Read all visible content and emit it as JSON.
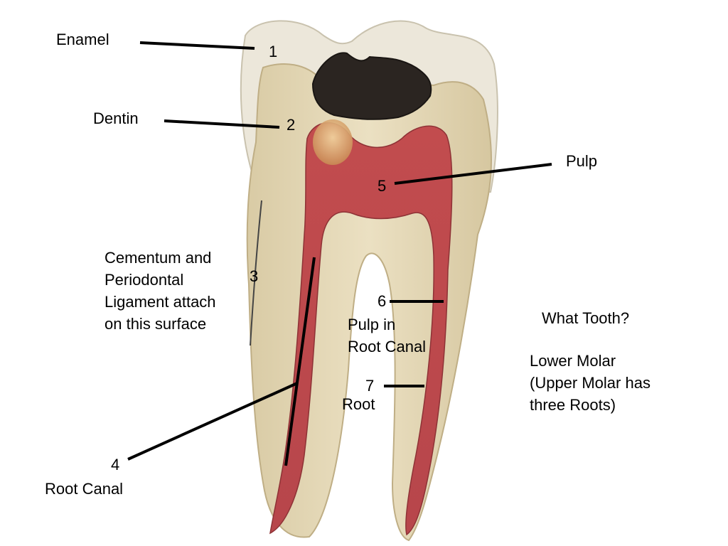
{
  "labels": {
    "enamel": "Enamel",
    "dentin": "Dentin",
    "pulp": "Pulp",
    "cementum": [
      "Cementum and",
      "Periodontal",
      "Ligament attach",
      "on this surface"
    ],
    "pulp_in_root_canal": [
      "Pulp in",
      "Root Canal"
    ],
    "root": "Root",
    "root_canal": "Root Canal"
  },
  "numbers": {
    "n1": "1",
    "n2": "2",
    "n3": "3",
    "n4": "4",
    "n5": "5",
    "n6": "6",
    "n7": "7"
  },
  "question": {
    "prompt": "What Tooth?",
    "answer": [
      "Lower Molar",
      "(Upper Molar has",
      "three Roots)"
    ]
  },
  "colors": {
    "enamel": "#ebe6d8",
    "dentin": "#e2d5b2",
    "pulp": "#b8454a",
    "decay": "#2a2420",
    "leader": "#000000"
  }
}
